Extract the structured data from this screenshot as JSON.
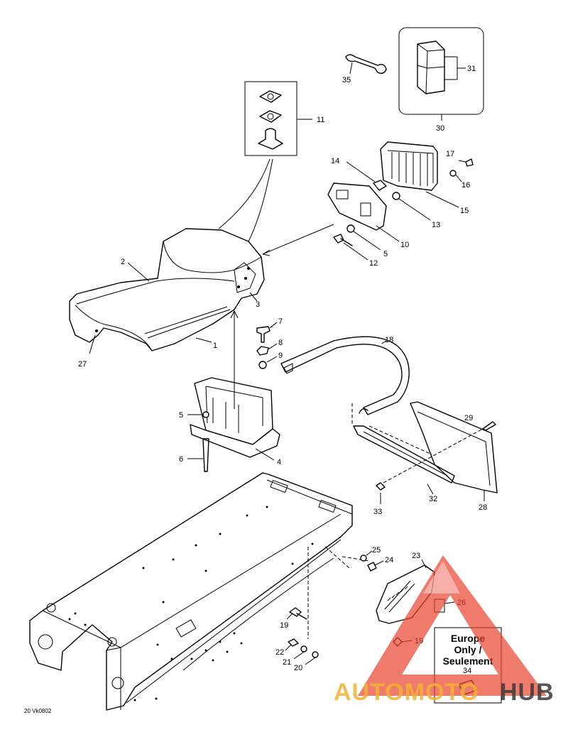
{
  "callouts": {
    "c1": "1",
    "c2": "2",
    "c3": "3",
    "c4": "4",
    "c5a": "5",
    "c5b": "5",
    "c6": "6",
    "c7": "7",
    "c8": "8",
    "c9": "9",
    "c10": "10",
    "c11": "11",
    "c12": "12",
    "c13": "13",
    "c14": "14",
    "c15": "15",
    "c16": "16",
    "c17": "17",
    "c18": "18",
    "c19a": "19",
    "c19b": "19",
    "c20": "20",
    "c21": "21",
    "c22": "22",
    "c23": "23",
    "c24": "24",
    "c25": "25",
    "c26": "26",
    "c27": "27",
    "c28": "28",
    "c29": "29",
    "c30": "30",
    "c31": "31",
    "c32": "32",
    "c33": "33",
    "c34": "34",
    "c35": "35"
  },
  "europe_note": {
    "line1": "Europe",
    "line2": "Only /",
    "line3": "Seulement"
  },
  "drawing_code": "20 Vk0802",
  "watermark": {
    "part1": "AUTOMOTO",
    "part2": "HUB",
    "color_orange": "#f2b233",
    "color_red": "#e8432f",
    "color_dark": "#3a3a3a"
  }
}
